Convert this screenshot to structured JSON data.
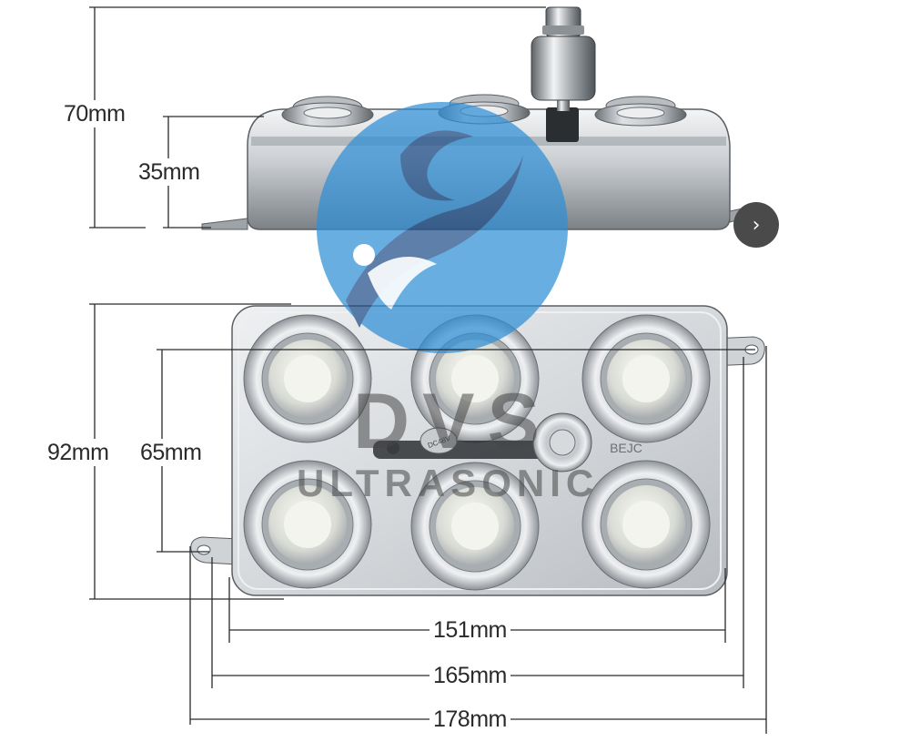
{
  "dimensions": {
    "side_height_total": "70mm",
    "side_height_body": "35mm",
    "top_depth_total": "92mm",
    "top_hole_spacing": "65mm",
    "top_body_length": "151mm",
    "top_hole_length": "165mm",
    "top_total_length": "178mm"
  },
  "watermark": {
    "brand": "DVS",
    "subtitle": "ULTRASONIC"
  },
  "engraving": {
    "left": "DC48V",
    "right": "BEJC"
  },
  "nav": {
    "next_icon": "chevron-right-icon",
    "next_glyph": "›"
  },
  "colors": {
    "metal_dark": "#6b6f73",
    "metal_light": "#e9ecef",
    "logo_blue": "#2f8fd6",
    "logo_dark_blue": "#1f4f8a",
    "nav_button": "#4a4a4a"
  }
}
